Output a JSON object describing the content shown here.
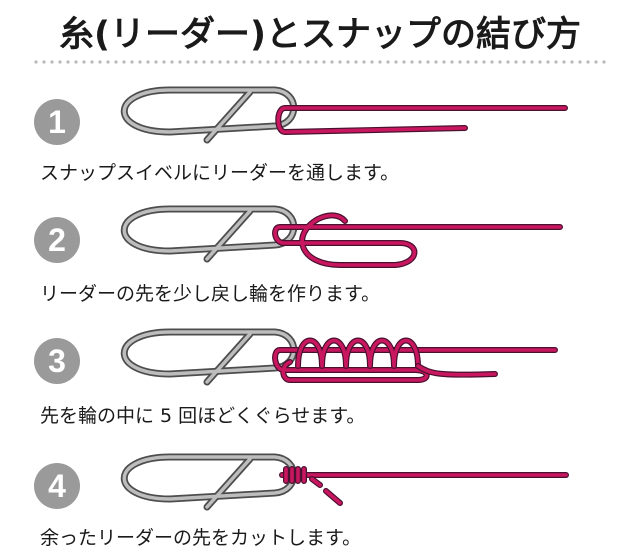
{
  "title": "糸(リーダー)とスナップの結び方",
  "steps": [
    {
      "number": "1",
      "caption": "スナップスイベルにリーダーを通します。"
    },
    {
      "number": "2",
      "caption": "リーダーの先を少し戻し輪を作ります。"
    },
    {
      "number": "3",
      "caption": "先を輪の中に 5 回ほどくぐらせます。"
    },
    {
      "number": "4",
      "caption": "余ったリーダーの先をカットします。"
    }
  ],
  "colors": {
    "leader": "#c8175f",
    "snap": "#bdbdbd",
    "badge": "#9a9a9a"
  }
}
